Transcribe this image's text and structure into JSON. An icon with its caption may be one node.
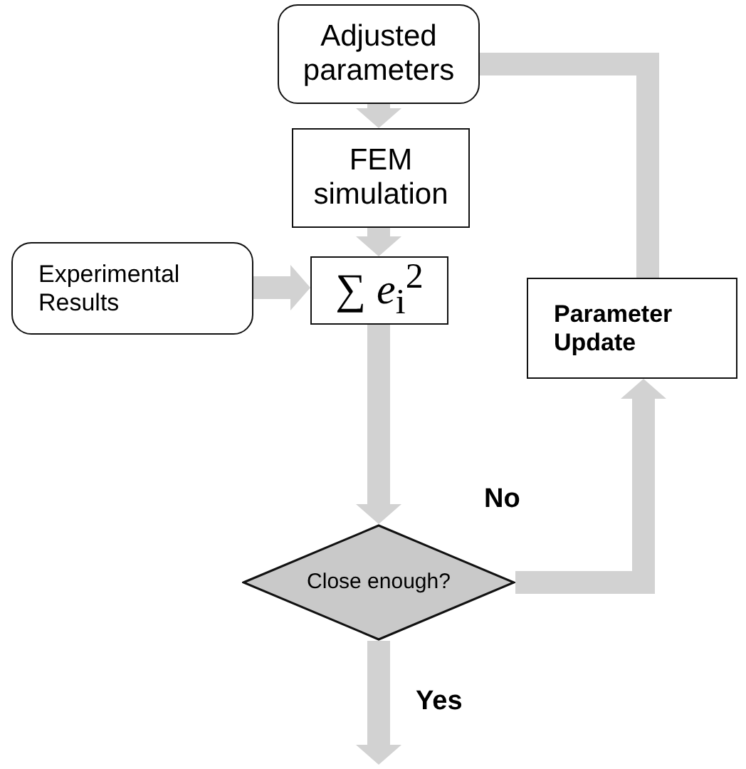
{
  "diagram": {
    "nodes": [
      {
        "text": [
          "Adjusted parameters"
        ]
      },
      {
        "text": [
          "FEM simulation"
        ]
      },
      {
        "text": [
          "Experimental Results"
        ]
      },
      {
        "text": [
          "∑ *e*$_{i}$$^{2}$"
        ]
      },
      {
        "text": [
          "Parameter Update"
        ]
      },
      {
        "text": [
          "Close enough?"
        ]
      }
    ],
    "edges": [
      {
        "from": 0,
        "to": 1,
        "arrow": "to"
      },
      {
        "from": 1,
        "to": 3,
        "arrow": "to"
      },
      {
        "from": 2,
        "to": 3,
        "arrow": "to"
      },
      {
        "from": 3,
        "to": 5,
        "arrow": "to"
      },
      {
        "from": 5,
        "to": 4,
        "arrow": "to",
        "label": "No"
      },
      {
        "from": 4,
        "to": 0,
        "arrow": "none"
      },
      {
        "from": 5,
        "to": null,
        "arrow": "to",
        "label": "Yes"
      }
    ]
  }
}
